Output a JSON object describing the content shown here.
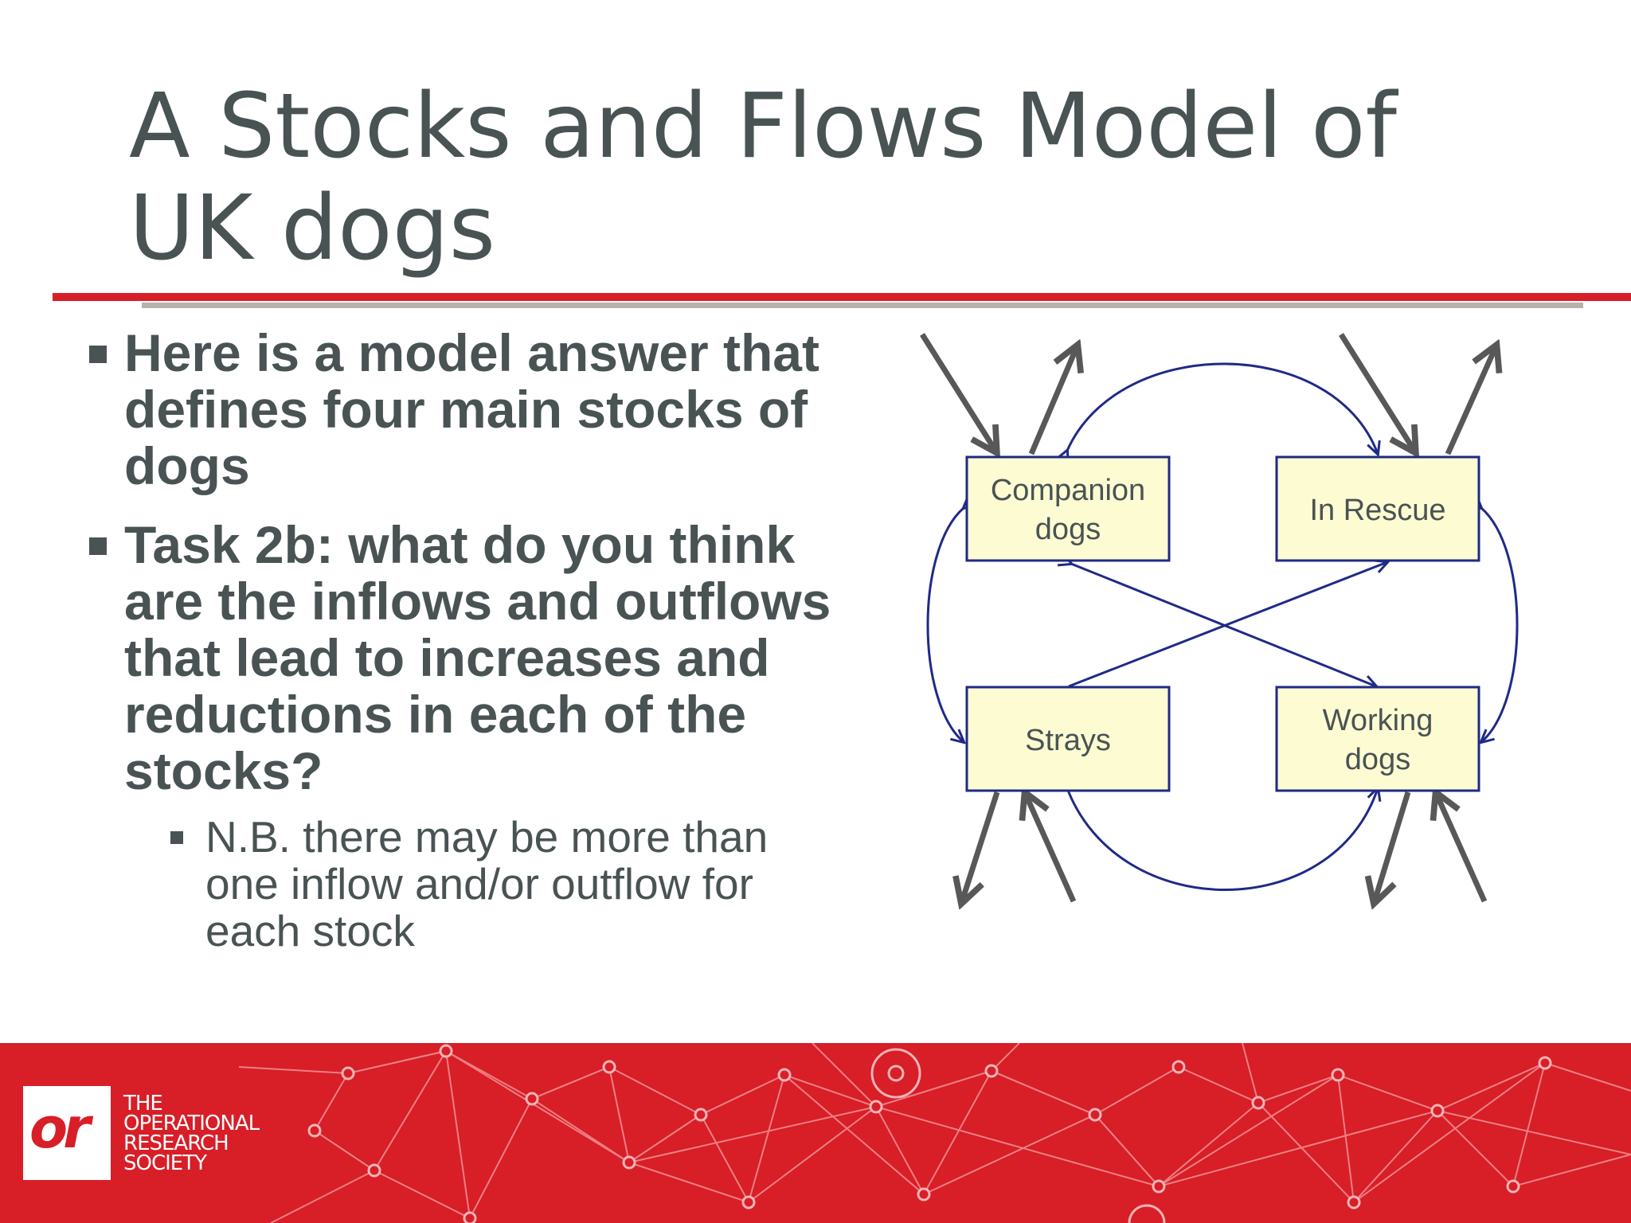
{
  "slide": {
    "title": "A Stocks and Flows Model of UK dogs",
    "bullets": [
      "Here is a model answer that defines four main stocks of dogs",
      "Task 2b: what do you think are the inflows and outflows that lead to increases and reductions in each of the stocks?"
    ],
    "sub_bullets": [
      "N.B. there may be more than one inflow and/or outflow for each stock"
    ]
  },
  "diagram": {
    "stocks": {
      "companion": [
        "Companion",
        "dogs"
      ],
      "rescue": [
        "In Rescue"
      ],
      "strays": [
        "Strays"
      ],
      "working": [
        "Working",
        "dogs"
      ]
    }
  },
  "footer": {
    "logo_mark": "or",
    "org_lines": [
      "THE",
      "OPERATIONAL",
      "RESEARCH",
      "SOCIETY"
    ]
  },
  "colors": {
    "accent_red": "#d81e27",
    "text_grey": "#4a5354",
    "stock_fill": "#fdfbd2",
    "stock_border": "#1f2a86",
    "flow_arrow": "#585858"
  }
}
